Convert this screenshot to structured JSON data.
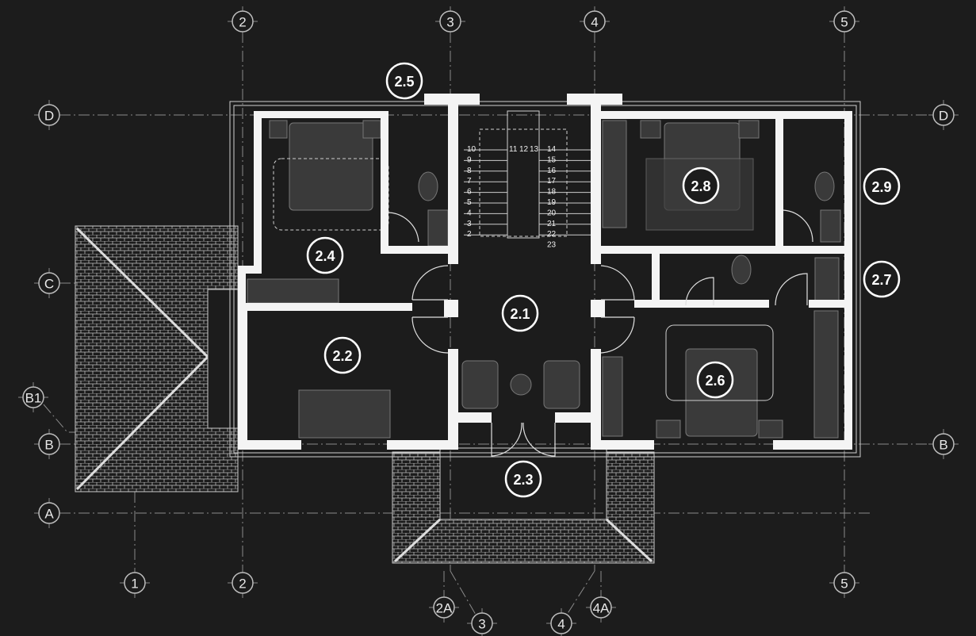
{
  "grid_labels": {
    "top": [
      "2",
      "3",
      "4",
      "5"
    ],
    "left": [
      "D",
      "C",
      "B1",
      "B",
      "A"
    ],
    "right": [
      "D",
      "B"
    ],
    "bottom": [
      "1",
      "2",
      "5"
    ],
    "bottom_offset": [
      "2A",
      "3",
      "4",
      "4A"
    ]
  },
  "rooms": [
    "2.1",
    "2.2",
    "2.3",
    "2.4",
    "2.5",
    "2.6",
    "2.7",
    "2.8",
    "2.9"
  ],
  "stair_numbers": {
    "left": [
      "10",
      "9",
      "8",
      "7",
      "6",
      "5",
      "4",
      "3",
      "2"
    ],
    "top": [
      "11",
      "12",
      "13"
    ],
    "right": [
      "14",
      "15",
      "16",
      "17",
      "18",
      "19",
      "20",
      "21",
      "22",
      "23"
    ]
  },
  "colors": {
    "background": "#1c1c1c",
    "walls": "#f4f4f4",
    "furniture": "#3a3a3a"
  }
}
